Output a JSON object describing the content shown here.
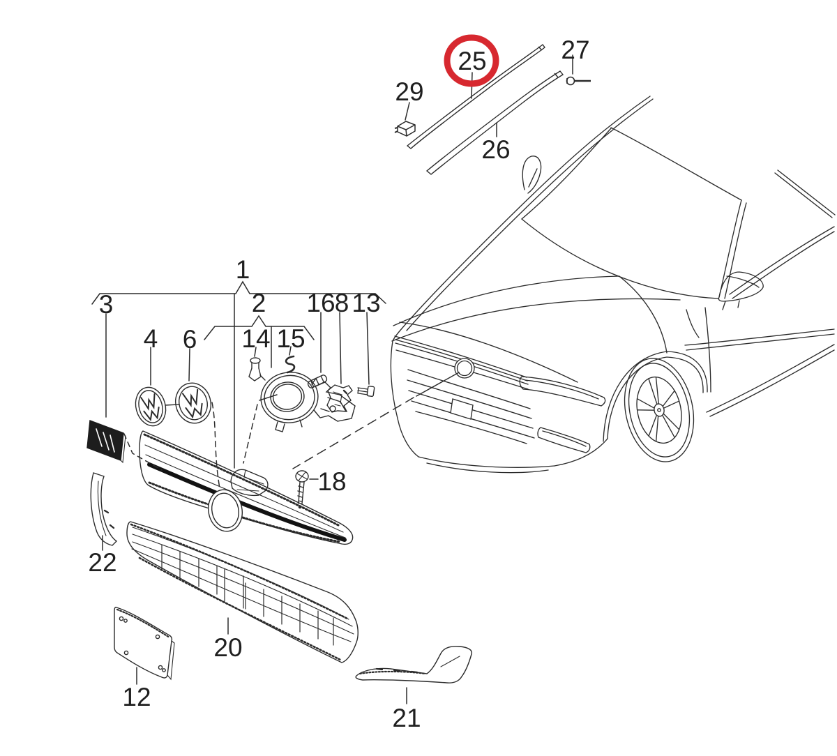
{
  "diagram": {
    "kind": "exploded-parts-diagram",
    "subject": "car front grille and trim assembly",
    "background": "#ffffff",
    "line_color": "#2b2b2b",
    "highlight": {
      "label": "25",
      "color": "#d7282f"
    },
    "labels": {
      "l1": "1",
      "l2": "2",
      "l3": "3",
      "l4": "4",
      "l6": "6",
      "l8": "8",
      "l12": "12",
      "l13": "13",
      "l14": "14",
      "l15": "15",
      "l16": "16",
      "l18": "18",
      "l20": "20",
      "l21": "21",
      "l22": "22",
      "l25": "25",
      "l26": "26",
      "l27": "27",
      "l29": "29"
    }
  }
}
